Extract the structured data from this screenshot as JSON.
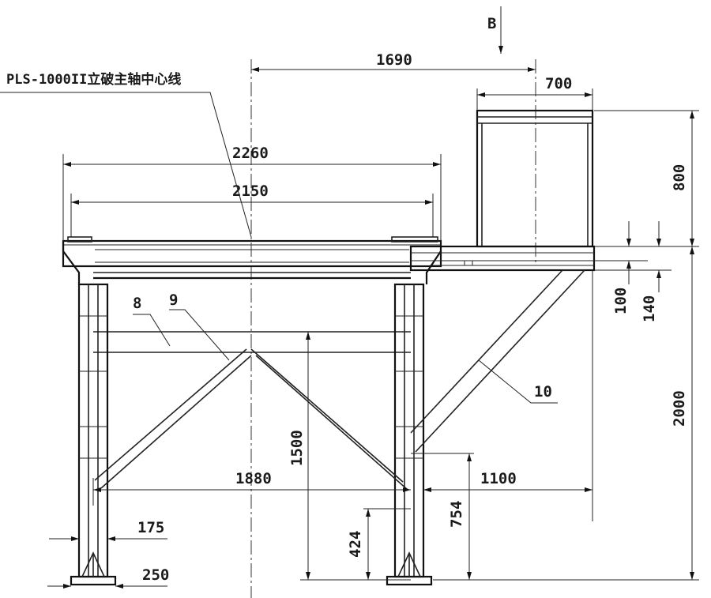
{
  "view_label": "B",
  "centerline_label": "PLS-1000II立破主轴中心线",
  "dimensions": {
    "d1690": "1690",
    "d700": "700",
    "d800": "800",
    "d2260": "2260",
    "d2150": "2150",
    "d100": "100",
    "d140": "140",
    "d2000": "2000",
    "d1500": "1500",
    "d1880": "1880",
    "d1100": "1100",
    "d754": "754",
    "d424": "424",
    "d175": "175",
    "d250": "250"
  },
  "part_labels": {
    "p8": "8",
    "p9": "9",
    "p10": "10"
  }
}
